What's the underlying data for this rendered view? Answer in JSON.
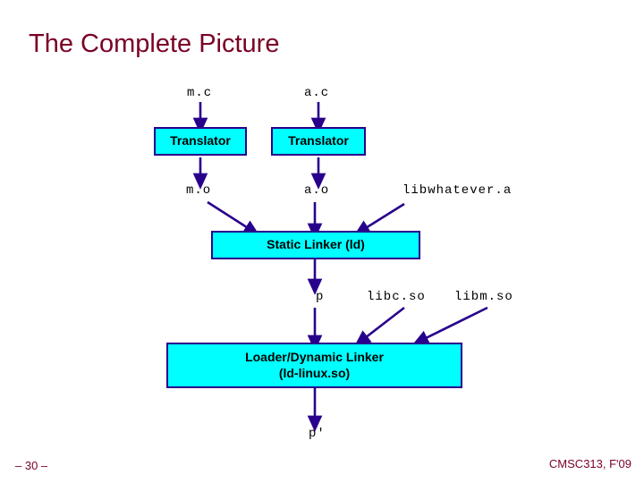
{
  "slide": {
    "title": "The Complete Picture",
    "footer_left": "– 30 –",
    "footer_right": "CMSC313, F'09",
    "colors": {
      "title": "#7a0025",
      "box_fill": "#00ffff",
      "box_border": "#28008c",
      "arrow": "#28008c",
      "text": "#000000"
    }
  },
  "labels": {
    "m_c": "m.c",
    "a_c": "a.c",
    "m_o": "m.o",
    "a_o": "a.o",
    "libwhatever": "libwhatever.a",
    "p": "p",
    "libc_so": "libc.so",
    "libm_so": "libm.so",
    "p_prime": "p'"
  },
  "boxes": {
    "translator_left": "Translator",
    "translator_right": "Translator",
    "static_linker": "Static Linker (ld)",
    "loader_line1": "Loader/Dynamic Linker",
    "loader_line2": "(ld-linux.so)"
  }
}
